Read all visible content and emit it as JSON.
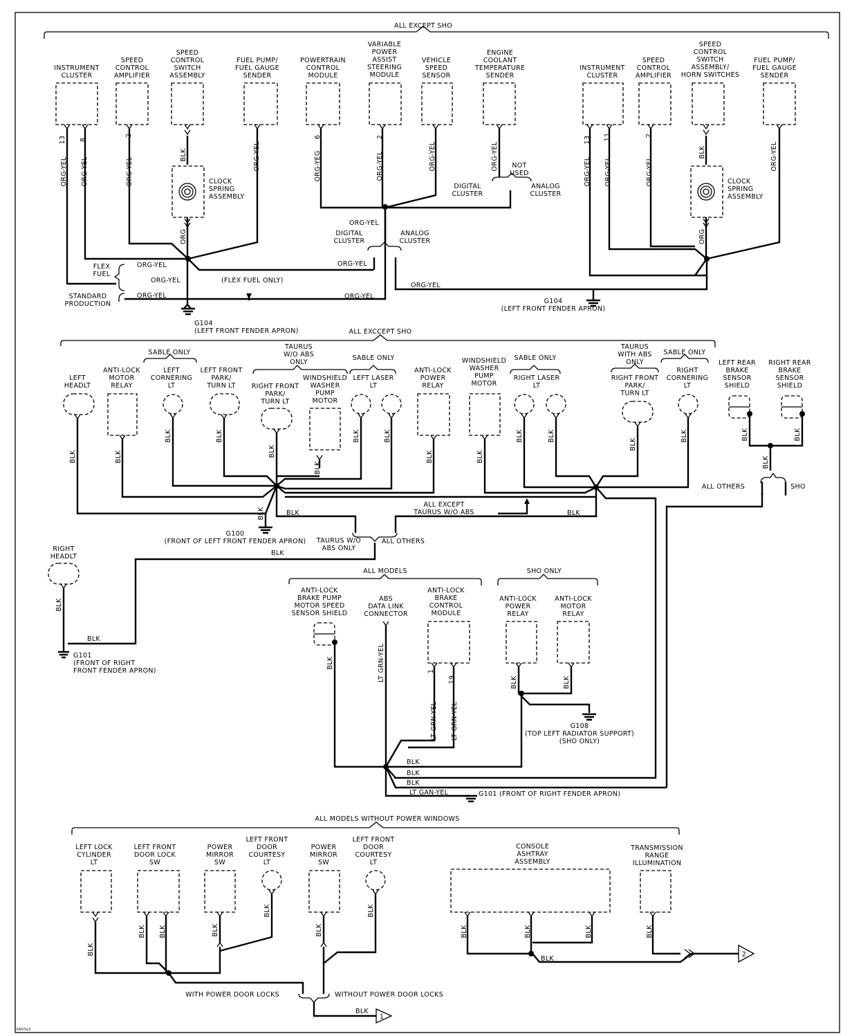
{
  "sections": {
    "top": "ALL EXCEPT SHO",
    "middle": "ALL EXCCEPT SHO",
    "all_models": "ALL MODELS",
    "sho_only": "SHO ONLY",
    "bottom": "ALL MODELS WITHOUT POWER WINDOWS"
  },
  "top_components": {
    "instrument_cluster": "INSTRUMENT|CLUSTER",
    "speed_control_amplifier": "SPEED|CONTROL|AMPLIFIER",
    "speed_control_switch": "SPEED|CONTROL|SWITCH|ASSEMBLY",
    "fuel_pump_sender": "FUEL PUMP/|FUEL GAUGE|SENDER",
    "pcm": "POWERTRAIN|CONTROL|MODULE",
    "vapss": "VARIABLE|POWER|ASSIST|STEERING|MODULE",
    "vss": "VEHICLE|SPEED|SENSOR",
    "ect": "ENGINE|COOLANT|TEMPERATURE|SENDER",
    "instrument_cluster_2": "INSTRUMENT|CLUSTER",
    "speed_control_amplifier_2": "SPEED|CONTROL|AMPLIFIER",
    "speed_control_switch_horn": "SPEED|CONTROL|SWITCH|ASSEMBLY/|HORN SWITCHES",
    "fuel_pump_sender_2": "FUEL PUMP/|FUEL GAUGE|SENDER"
  },
  "top_labels": {
    "pin13": "13",
    "pin8": "8",
    "pin2": "2",
    "pin6": "6",
    "pin2b": "2",
    "pin13b": "13",
    "pin11": "11",
    "pin2c": "2",
    "org_yel": "ORG-YEL",
    "org_yeg": "ORG-YEG",
    "blk": "BLK",
    "org": "ORG",
    "clock_spring": "CLOCK|SPRING|ASSEMBLY",
    "not_used": "NOT|USED",
    "digital_cluster": "DIGITAL|CLUSTER",
    "analog_cluster": "ANALOG|CLUSTER",
    "flex_fuel": "FLEX|FUEL",
    "standard_production": "STANDARD|PRODUCTION",
    "flex_fuel_only": "(FLEX FUEL ONLY)",
    "g104_left": "G104|(LEFT FRONT FENDER APRON)",
    "g104_right": "G104|(LEFT FRONT FENDER APRON)"
  },
  "middle_components": {
    "left_headlt": "LEFT|HEADLT",
    "abs_motor_relay": "ANTI-LOCK|MOTOR|RELAY",
    "sable_only": "SABLE ONLY",
    "left_cornering": "LEFT|CORNERING|LT",
    "left_front_park": "LEFT FRONT|PARK/|TURN LT",
    "taurus_wo_abs": "TAURUS|W/O ABS|ONLY",
    "right_front_park": "RIGHT FRONT|PARK/|TURN LT",
    "washer_pump": "WINDSHIELD|WASHER|PUMP|MOTOR",
    "left_laser": "LEFT LASER|LT",
    "abs_power_relay": "ANTI-LOCK|POWER|RELAY",
    "washer_pump_2": "WINDSHIELD|WASHER|PUMP|MOTOR",
    "right_laser": "RIGHT LASER|LT",
    "taurus_with_abs": "TAURUS|WITH ABS|ONLY",
    "right_front_park_2": "RIGHT FRONT|PARK/|TURN LT",
    "right_cornering": "RIGHT|CORNERING|LT",
    "left_rear_shield": "LEFT REAR|BRAKE|SENSOR|SHIELD",
    "right_rear_shield": "RIGHT REAR|BRAKE|SENSOR|SHIELD",
    "right_headlt": "RIGHT|HEADLT"
  },
  "middle_labels": {
    "blk": "BLK",
    "all_except_taurus": "ALL EXCEPT|TAURUS W/O ABS",
    "taurus_wo_abs_only": "TAURUS W/O|ABS ONLY",
    "all_others": "ALL OTHERS",
    "all_others_2": "ALL OTHERS",
    "sho": "SHO",
    "g100": "G100|(FRONT OF LEFT FRONT FENDER APRON)",
    "g101_right": "G101|(FRONT OF RIGHT|FRONT FENDER APRON)"
  },
  "abs_components": {
    "pump_shield": "ANTI-LOCK|BRAKE PUMP|MOTOR SPEED|SENSOR SHIELD",
    "abs_dlc": "ABS|DATA LINK|CONNECTOR",
    "abs_module": "ANTI-LOCK|BRAKE|CONTROL|MODULE",
    "sho_power_relay": "ANTI-LOCK|POWER|RELAY",
    "sho_motor_relay": "ANTI-LOCK|MOTOR|RELAY"
  },
  "abs_labels": {
    "blk": "BLK",
    "lt_grn_yel": "LT GRN-YEL",
    "lt_gan_yel": "LT GAN-YEL",
    "pin1": "1",
    "pin19": "19",
    "g108": "G108|(TOP LEFT RADIATOR SUPPORT)|(SHO ONLY)",
    "g101": "G101   (FRONT OF RIGHT FENDER APRON)"
  },
  "bottom_components": {
    "lock_cylinder": "LEFT LOCK|CYLINDER|LT",
    "door_lock_sw": "LEFT FRONT|DOOR LOCK|SW",
    "power_mirror": "POWER|MIRROR|SW",
    "courtesy": "LEFT FRONT|DOOR|COURTESY|LT",
    "power_mirror_2": "POWER|MIRROR|SW",
    "courtesy_2": "LEFT FRONT|DOOR|COURTESY|LT",
    "ashtray": "CONSOLE|ASHTRAY|ASSEMBLY",
    "trans_range": "TRANSMISSION|RANGE|ILLUMINATION"
  },
  "bottom_labels": {
    "blk": "BLK",
    "with_pdl": "WITH POWER DOOR LOCKS",
    "without_pdl": "WITHOUT POWER DOOR LOCKS",
    "arrow1": "1",
    "arrow2": "2",
    "fig_id": "6603a3"
  }
}
